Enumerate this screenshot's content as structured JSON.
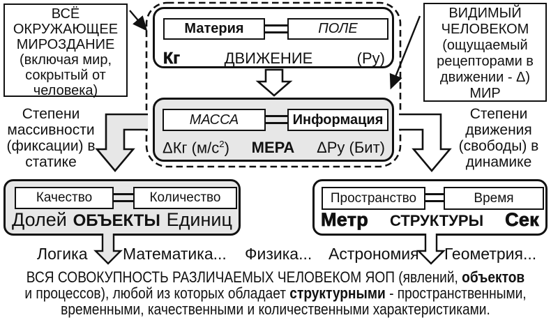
{
  "diagram": {
    "universe_box": {
      "lines": [
        "ВСЁ",
        "ОКРУЖАЮЩЕЕ",
        "МИРОЗДАНИЕ",
        "(включая мир,",
        "сокрытый от",
        "человека)"
      ]
    },
    "visible_world_box": {
      "lines": [
        "ВИДИМЫЙ",
        "ЧЕЛОВЕКОМ",
        "(ощущаемый",
        "рецепторами в",
        "движении - Δ)",
        "МИР"
      ]
    },
    "matter_field_box": {
      "left_term": "Материя",
      "right_term": "ПОЛЕ",
      "unit_left": "Кг",
      "center_term": "ДВИЖЕНИЕ",
      "unit_right": "(Ру)"
    },
    "mass_information_box": {
      "left_term": "МАССА",
      "right_term": "Информация",
      "unit_left_base": "ΔКг (м/с",
      "unit_left_sup": "2",
      "unit_left_close": ")",
      "center_term": "МЕРА",
      "unit_right": "ΔРу (Бит)"
    },
    "quality_quantity_box": {
      "left_term": "Качество",
      "right_term": "Количество",
      "unit_left": "Долей",
      "center_term": "ОБЪЕКТЫ",
      "unit_right": "Единиц"
    },
    "space_time_box": {
      "left_term": "Пространство",
      "right_term": "Время",
      "unit_left": "Метр",
      "center_term": "СТРУКТУРЫ",
      "unit_right": "Сек"
    },
    "static_label": {
      "lines": [
        "Степени",
        "массивности",
        "(фиксации) в",
        "статике"
      ]
    },
    "dynamic_label": {
      "lines": [
        "Степени",
        "движения",
        "(свободы) в",
        "динамике"
      ]
    },
    "disciplines": [
      "Логика",
      "Математика...",
      "Физика...",
      "Астрономия",
      "Геометрия..."
    ],
    "footer": {
      "line1_regular": "ВСЯ СОВОКУПНОСТЬ РАЗЛИЧАЕМЫХ ЧЕЛОВЕКОМ ЯОП (явлений, ",
      "line1_bold": "объектов",
      "line2_regular_a": "и процессов), любой из которых обладает ",
      "line2_bold": "структурными",
      "line2_regular_b": " - пространственными,",
      "line3": "временными, качественными и количественными характеристиками."
    },
    "colors": {
      "fill_gray": "#e7e7e7",
      "line_black": "#111111"
    }
  }
}
